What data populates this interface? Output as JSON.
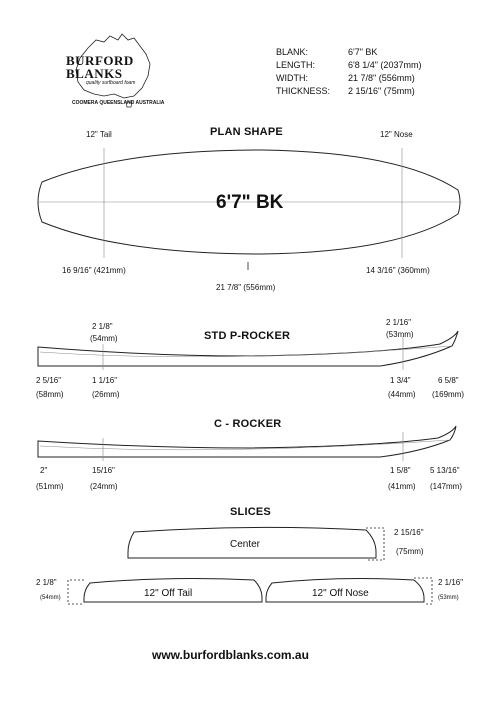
{
  "logo": {
    "line1": "BURFORD",
    "line2": "BLANKS",
    "tagline": "quality surfboard foam",
    "subline": "COOMERA QUEENSLAND AUSTRALIA"
  },
  "specs": [
    {
      "key": "BLANK:",
      "value": "6'7\" BK"
    },
    {
      "key": "LENGTH:",
      "value": "6'8 1/4\" (2037mm)"
    },
    {
      "key": "WIDTH:",
      "value": "21 7/8\" (556mm)"
    },
    {
      "key": "THICKNESS:",
      "value": "2 15/16\" (75mm)"
    }
  ],
  "plan": {
    "heading": "PLAN SHAPE",
    "tail_marker": "12\" Tail",
    "nose_marker": "12\" Nose",
    "model": "6'7\" BK",
    "tail_width": "16 9/16\" (421mm)",
    "center_width": "21 7/8\" (556mm)",
    "nose_width": "14 3/16\" (360mm)"
  },
  "std_rocker": {
    "heading": "STD P-ROCKER",
    "tail_12": "2 1/8\"",
    "tail_12_mm": "(54mm)",
    "nose_12": "2 1/16\"",
    "nose_12_mm": "(53mm)",
    "tail_end": "2 5/16\"",
    "tail_end_mm": "(58mm)",
    "tail_rocker": "1 1/16\"",
    "tail_rocker_mm": "(26mm)",
    "nose_rocker": "1 3/4\"",
    "nose_rocker_mm": "(44mm)",
    "nose_end": "6 5/8\"",
    "nose_end_mm": "(169mm)"
  },
  "c_rocker": {
    "heading": "C - ROCKER",
    "tail_end": "2\"",
    "tail_end_mm": "(51mm)",
    "tail_rocker": "15/16\"",
    "tail_rocker_mm": "(24mm)",
    "nose_rocker": "1 5/8\"",
    "nose_rocker_mm": "(41mm)",
    "nose_end": "5 13/16\"",
    "nose_end_mm": "(147mm)"
  },
  "slices": {
    "heading": "SLICES",
    "center_label": "Center",
    "center_thickness": "2 15/16\"",
    "center_thickness_mm": "(75mm)",
    "tail_label": "12\" Off Tail",
    "tail_thickness": "2 1/8\"",
    "tail_thickness_mm": "(54mm)",
    "nose_label": "12\" Off Nose",
    "nose_thickness": "2 1/16\"",
    "nose_thickness_mm": "(53mm)"
  },
  "footer": {
    "url": "www.burfordblanks.com.au"
  }
}
